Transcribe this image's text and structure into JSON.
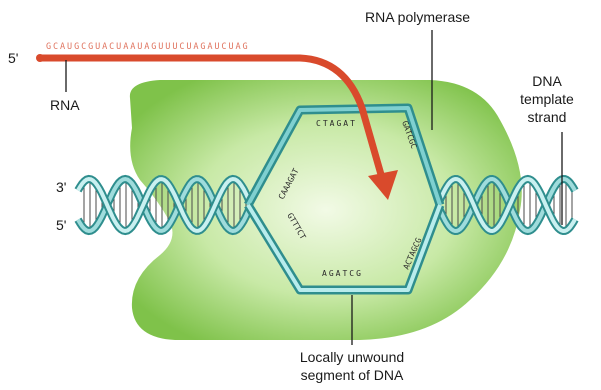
{
  "labels": {
    "rna_5prime": "5'",
    "rna": "RNA",
    "rna_polymerase": "RNA polymerase",
    "dna_template_strand": [
      "DNA",
      "template",
      "strand"
    ],
    "dna_3prime": "3'",
    "dna_5prime": "5'",
    "unwound": [
      "Locally unwound",
      "segment of DNA"
    ]
  },
  "sequences": {
    "rna_transcript": "GCAUGCGUACUAAUAGUUUCUAGAUCUAG",
    "bubble_top_left": "CAAAGAT",
    "bubble_top_mid": "CTAGAT",
    "bubble_top_right": "GATCGC",
    "bubble_bottom_left": "GTTTCT",
    "bubble_bottom_mid": "AGATCG",
    "bubble_bottom_right": "ACTAGCG"
  },
  "colors": {
    "polymerase": "#9ed36a",
    "rna_arrow": "#d94a2c",
    "dna_strand": "#5fb9b9",
    "dna_strand_dark": "#2d8080"
  }
}
